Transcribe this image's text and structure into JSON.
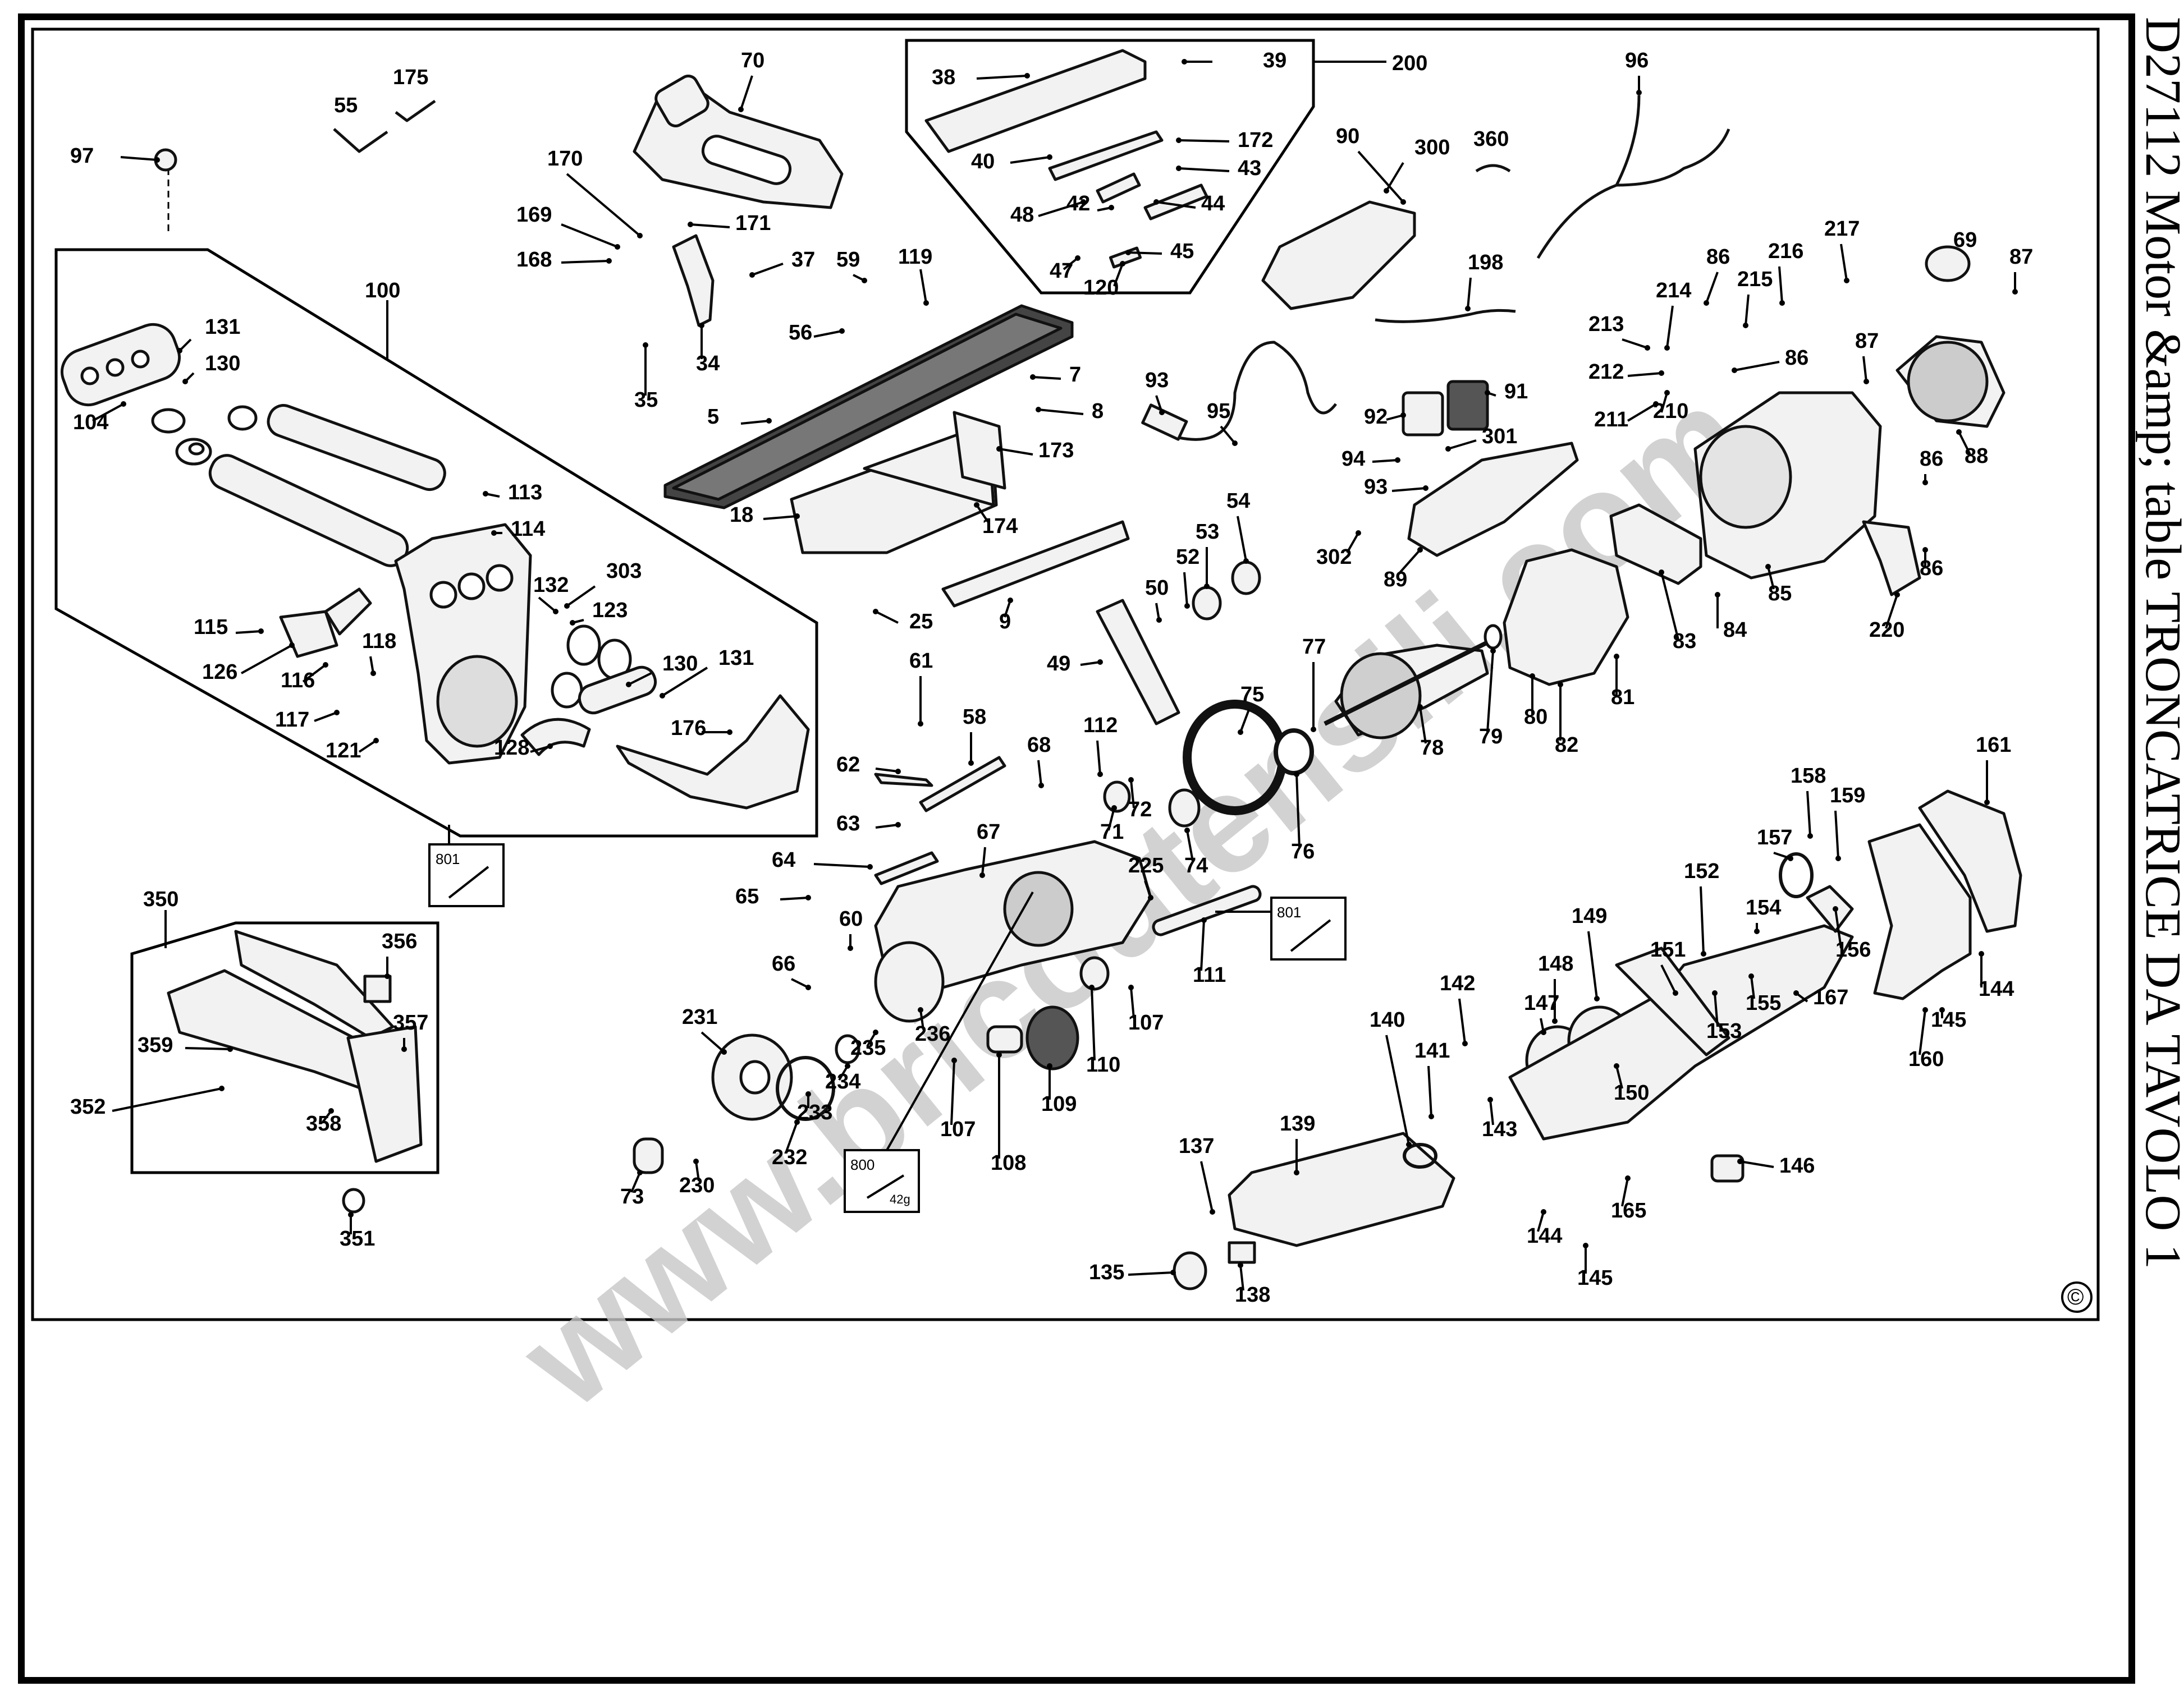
{
  "title": "D27112  Motor &amp; table  TRONCATRICE DA TAVOLO 1",
  "watermark": "www.bricoutensili.com",
  "copyright_symbol": "©",
  "insets": {
    "small_801_a": "801",
    "small_801_b": "801",
    "small_800": "800",
    "small_800_sub": "42g"
  },
  "callouts": [
    {
      "id": "c97",
      "label": "97"
    },
    {
      "id": "c55",
      "label": "55"
    },
    {
      "id": "c175",
      "label": "175"
    },
    {
      "id": "c70",
      "label": "70"
    },
    {
      "id": "c38",
      "label": "38"
    },
    {
      "id": "c39",
      "label": "39"
    },
    {
      "id": "c200",
      "label": "200"
    },
    {
      "id": "c96",
      "label": "96"
    },
    {
      "id": "c90",
      "label": "90"
    },
    {
      "id": "c300",
      "label": "300"
    },
    {
      "id": "c360",
      "label": "360"
    },
    {
      "id": "c170",
      "label": "170"
    },
    {
      "id": "c169",
      "label": "169"
    },
    {
      "id": "c168",
      "label": "168"
    },
    {
      "id": "c171",
      "label": "171"
    },
    {
      "id": "c37",
      "label": "37"
    },
    {
      "id": "c59",
      "label": "59"
    },
    {
      "id": "c119",
      "label": "119"
    },
    {
      "id": "c40",
      "label": "40"
    },
    {
      "id": "c172",
      "label": "172"
    },
    {
      "id": "c43",
      "label": "43"
    },
    {
      "id": "c48",
      "label": "48"
    },
    {
      "id": "c42",
      "label": "42"
    },
    {
      "id": "c44",
      "label": "44"
    },
    {
      "id": "c47",
      "label": "47"
    },
    {
      "id": "c120",
      "label": "120"
    },
    {
      "id": "c45",
      "label": "45"
    },
    {
      "id": "c100",
      "label": "100"
    },
    {
      "id": "c131a",
      "label": "131"
    },
    {
      "id": "c130a",
      "label": "130"
    },
    {
      "id": "c104",
      "label": "104"
    },
    {
      "id": "c56",
      "label": "56"
    },
    {
      "id": "c34",
      "label": "34"
    },
    {
      "id": "c35",
      "label": "35"
    },
    {
      "id": "c198",
      "label": "198"
    },
    {
      "id": "c86a",
      "label": "86"
    },
    {
      "id": "c216",
      "label": "216"
    },
    {
      "id": "c217",
      "label": "217"
    },
    {
      "id": "c69",
      "label": "69"
    },
    {
      "id": "c87a",
      "label": "87"
    },
    {
      "id": "c214",
      "label": "214"
    },
    {
      "id": "c215",
      "label": "215"
    },
    {
      "id": "c213",
      "label": "213"
    },
    {
      "id": "c86b",
      "label": "86"
    },
    {
      "id": "c87b",
      "label": "87"
    },
    {
      "id": "c212",
      "label": "212"
    },
    {
      "id": "c211",
      "label": "211"
    },
    {
      "id": "c210",
      "label": "210"
    },
    {
      "id": "c7",
      "label": "7"
    },
    {
      "id": "c8",
      "label": "8"
    },
    {
      "id": "c93a",
      "label": "93"
    },
    {
      "id": "c95",
      "label": "95"
    },
    {
      "id": "c92",
      "label": "92"
    },
    {
      "id": "c91",
      "label": "91"
    },
    {
      "id": "c5",
      "label": "5"
    },
    {
      "id": "c173",
      "label": "173"
    },
    {
      "id": "c88",
      "label": "88"
    },
    {
      "id": "c301",
      "label": "301"
    },
    {
      "id": "c94",
      "label": "94"
    },
    {
      "id": "c93b",
      "label": "93"
    },
    {
      "id": "c86c",
      "label": "86"
    },
    {
      "id": "c113",
      "label": "113"
    },
    {
      "id": "c114",
      "label": "114"
    },
    {
      "id": "c18",
      "label": "18"
    },
    {
      "id": "c174",
      "label": "174"
    },
    {
      "id": "c54",
      "label": "54"
    },
    {
      "id": "c53",
      "label": "53"
    },
    {
      "id": "c302",
      "label": "302"
    },
    {
      "id": "c89",
      "label": "89"
    },
    {
      "id": "c86d",
      "label": "86"
    },
    {
      "id": "c303",
      "label": "303"
    },
    {
      "id": "c132",
      "label": "132"
    },
    {
      "id": "c123",
      "label": "123"
    },
    {
      "id": "c52",
      "label": "52"
    },
    {
      "id": "c85",
      "label": "85"
    },
    {
      "id": "c115",
      "label": "115"
    },
    {
      "id": "c50",
      "label": "50"
    },
    {
      "id": "c25",
      "label": "25"
    },
    {
      "id": "c9",
      "label": "9"
    },
    {
      "id": "c84",
      "label": "84"
    },
    {
      "id": "c220",
      "label": "220"
    },
    {
      "id": "c118",
      "label": "118"
    },
    {
      "id": "c83",
      "label": "83"
    },
    {
      "id": "c126",
      "label": "126"
    },
    {
      "id": "c116",
      "label": "116"
    },
    {
      "id": "c130b",
      "label": "130"
    },
    {
      "id": "c131b",
      "label": "131"
    },
    {
      "id": "c77",
      "label": "77"
    },
    {
      "id": "c49",
      "label": "49"
    },
    {
      "id": "c61",
      "label": "61"
    },
    {
      "id": "c81",
      "label": "81"
    },
    {
      "id": "c117",
      "label": "117"
    },
    {
      "id": "c176",
      "label": "176"
    },
    {
      "id": "c75",
      "label": "75"
    },
    {
      "id": "c79",
      "label": "79"
    },
    {
      "id": "c80",
      "label": "80"
    },
    {
      "id": "c58",
      "label": "58"
    },
    {
      "id": "c112",
      "label": "112"
    },
    {
      "id": "c121",
      "label": "121"
    },
    {
      "id": "c128",
      "label": "128"
    },
    {
      "id": "c78",
      "label": "78"
    },
    {
      "id": "c82",
      "label": "82"
    },
    {
      "id": "c68",
      "label": "68"
    },
    {
      "id": "c161",
      "label": "161"
    },
    {
      "id": "c62",
      "label": "62"
    },
    {
      "id": "c72",
      "label": "72"
    },
    {
      "id": "c158",
      "label": "158"
    },
    {
      "id": "c159",
      "label": "159"
    },
    {
      "id": "c71",
      "label": "71"
    },
    {
      "id": "c76",
      "label": "76"
    },
    {
      "id": "c63",
      "label": "63"
    },
    {
      "id": "c157",
      "label": "157"
    },
    {
      "id": "c67",
      "label": "67"
    },
    {
      "id": "c74",
      "label": "74"
    },
    {
      "id": "c64",
      "label": "64"
    },
    {
      "id": "c225",
      "label": "225"
    },
    {
      "id": "c152",
      "label": "152"
    },
    {
      "id": "c350",
      "label": "350"
    },
    {
      "id": "c65",
      "label": "65"
    },
    {
      "id": "c154",
      "label": "154"
    },
    {
      "id": "c60",
      "label": "60"
    },
    {
      "id": "c149",
      "label": "149"
    },
    {
      "id": "c156",
      "label": "156"
    },
    {
      "id": "c356",
      "label": "356"
    },
    {
      "id": "c151",
      "label": "151"
    },
    {
      "id": "c111",
      "label": "111"
    },
    {
      "id": "c66",
      "label": "66"
    },
    {
      "id": "c148",
      "label": "148"
    },
    {
      "id": "c167",
      "label": "167"
    },
    {
      "id": "c155",
      "label": "155"
    },
    {
      "id": "c144a",
      "label": "144"
    },
    {
      "id": "c142",
      "label": "142"
    },
    {
      "id": "c153",
      "label": "153"
    },
    {
      "id": "c357",
      "label": "357"
    },
    {
      "id": "c231",
      "label": "231"
    },
    {
      "id": "c107a",
      "label": "107"
    },
    {
      "id": "c236",
      "label": "236"
    },
    {
      "id": "c140",
      "label": "140"
    },
    {
      "id": "c147",
      "label": "147"
    },
    {
      "id": "c145a",
      "label": "145"
    },
    {
      "id": "c359",
      "label": "359"
    },
    {
      "id": "c235",
      "label": "235"
    },
    {
      "id": "c110",
      "label": "110"
    },
    {
      "id": "c160",
      "label": "160"
    },
    {
      "id": "c141",
      "label": "141"
    },
    {
      "id": "c150",
      "label": "150"
    },
    {
      "id": "c234",
      "label": "234"
    },
    {
      "id": "c352",
      "label": "352"
    },
    {
      "id": "c109",
      "label": "109"
    },
    {
      "id": "c143",
      "label": "143"
    },
    {
      "id": "c233",
      "label": "233"
    },
    {
      "id": "c107b",
      "label": "107"
    },
    {
      "id": "c358",
      "label": "358"
    },
    {
      "id": "c232",
      "label": "232"
    },
    {
      "id": "c146",
      "label": "146"
    },
    {
      "id": "c108",
      "label": "108"
    },
    {
      "id": "c137",
      "label": "137"
    },
    {
      "id": "c139",
      "label": "139"
    },
    {
      "id": "c230",
      "label": "230"
    },
    {
      "id": "c73",
      "label": "73"
    },
    {
      "id": "c165",
      "label": "165"
    },
    {
      "id": "c351",
      "label": "351"
    },
    {
      "id": "c144b",
      "label": "144"
    },
    {
      "id": "c135",
      "label": "135"
    },
    {
      "id": "c145b",
      "label": "145"
    },
    {
      "id": "c138",
      "label": "138"
    }
  ]
}
